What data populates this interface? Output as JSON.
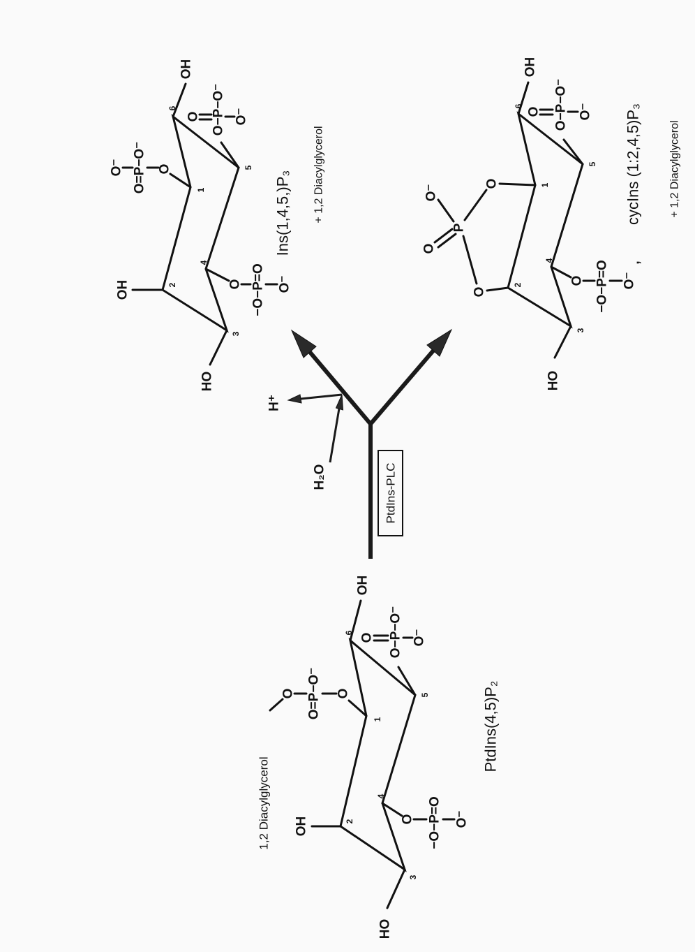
{
  "reaction": {
    "enzyme": "PtdIns-PLC",
    "water": "H₂O",
    "proton": "H⁺"
  },
  "substrate": {
    "name": "PtdIns(4,5)P₂",
    "lipid": "1,2 Diacylglycerol",
    "oh2": "OH",
    "ho3": "HO",
    "oh6": "OH",
    "ring_numbers": [
      "1",
      "2",
      "3",
      "4",
      "5",
      "6"
    ],
    "p1": {
      "column": "O=P−O⁻",
      "o_ring": "O",
      "o_lipid": "O"
    },
    "p4": {
      "column": "−O−P=O",
      "o_ring": "O",
      "o_minus": "O⁻"
    },
    "p5": {
      "column": "O−P−O⁻",
      "o_double": "O",
      "o_minus": "O⁻"
    }
  },
  "product_hydrolysis": {
    "name": "Ins(1,4,5,)P₃",
    "coproduct": "+ 1,2 Diacylglycerol",
    "oh2": "OH",
    "ho3": "HO",
    "oh6": "OH",
    "ring_numbers": [
      "1",
      "2",
      "3",
      "4",
      "5",
      "6"
    ],
    "p1": {
      "column": "O=P−O⁻",
      "o_ring": "O",
      "o_minus": "O⁻"
    },
    "p4": {
      "column": "−O−P=O",
      "o_ring": "O",
      "o_minus": "O⁻"
    },
    "p5": {
      "column": "O−P−O⁻",
      "o_double": "O",
      "o_minus": "O⁻"
    }
  },
  "product_cyclic": {
    "name": "cycIns (1:2,4,5)P₃",
    "coproduct": "+ 1,2 Diacylglycerol",
    "ho3": "HO",
    "oh6": "OH",
    "ring_numbers": [
      "1",
      "2",
      "3",
      "4",
      "5",
      "6"
    ],
    "cyclic_phosphate": {
      "o1": "O",
      "o2": "O",
      "p": "P",
      "o_double": "O",
      "o_minus": "O⁻"
    },
    "p4": {
      "column": "−O−P=O",
      "o_ring": "O",
      "o_minus": "O⁻"
    },
    "p5": {
      "column": "O−P−O⁻",
      "o_double": "O",
      "o_minus": "O⁻"
    },
    "comma": ","
  }
}
